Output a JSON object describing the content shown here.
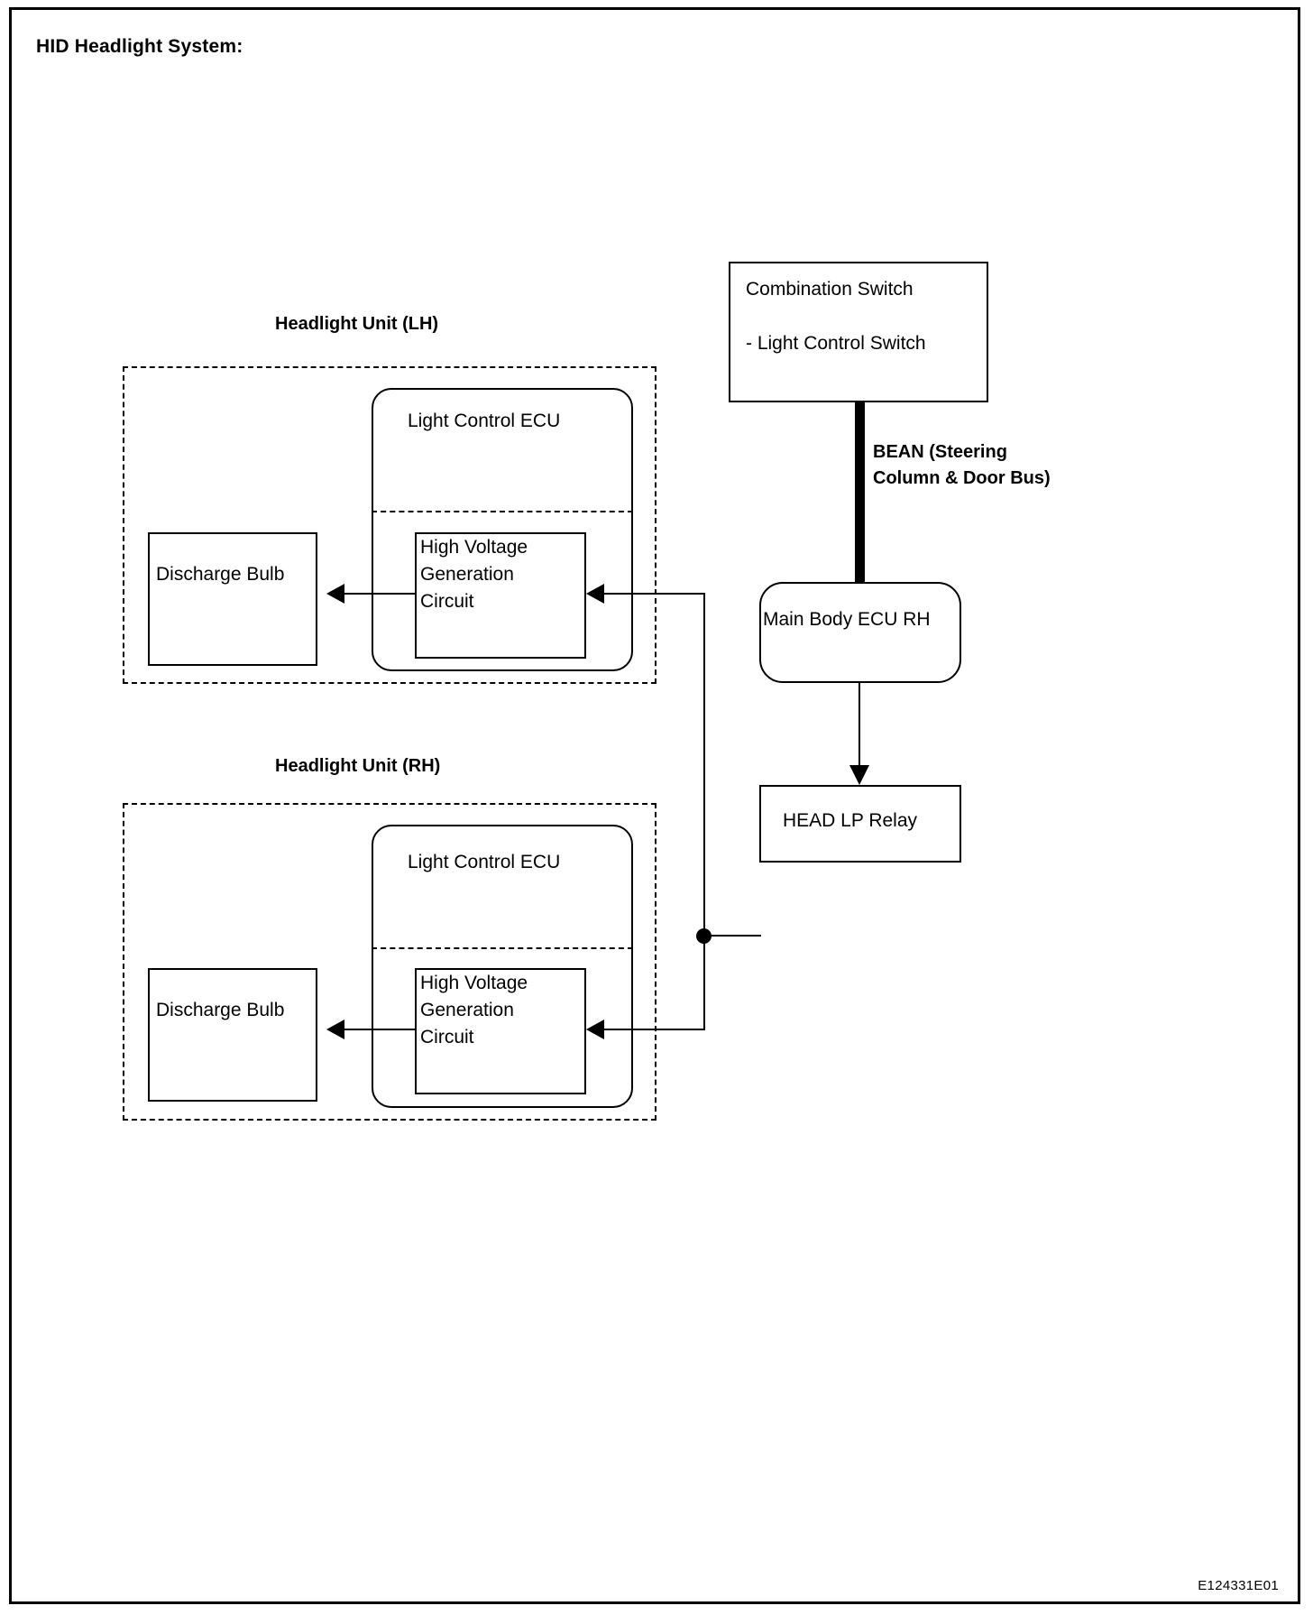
{
  "page": {
    "title": "HID Headlight System:",
    "figure_code": "E124331E01",
    "border_color": "#000000",
    "background_color": "#ffffff",
    "line_color": "#000000"
  },
  "diagram": {
    "type": "block-diagram",
    "captions": {
      "headlight_unit_lh": "Headlight Unit (LH)",
      "headlight_unit_rh": "Headlight Unit (RH)"
    },
    "nodes": {
      "combination_switch": {
        "line1": "Combination Switch",
        "line2": "- Light Control Switch"
      },
      "main_body_ecu": "Main Body ECU RH",
      "head_lp_relay": "HEAD LP Relay",
      "lh_light_control_ecu": "Light Control ECU",
      "lh_high_voltage_circuit": "High Voltage\nGeneration\nCircuit",
      "lh_discharge_bulb": "Discharge Bulb",
      "rh_light_control_ecu": "Light Control ECU",
      "rh_high_voltage_circuit": "High Voltage\nGeneration\nCircuit",
      "rh_discharge_bulb": "Discharge Bulb"
    },
    "bus": {
      "label": "BEAN (Steering\nColumn & Door Bus)"
    }
  }
}
